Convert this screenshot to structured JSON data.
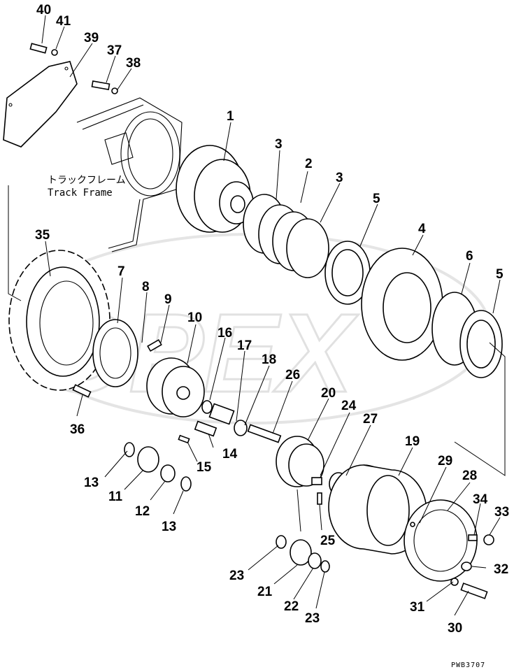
{
  "watermark": "OPEX",
  "track_frame": {
    "jp": "トラックフレーム",
    "en": "Track Frame"
  },
  "drawing_code": "PWB3707",
  "part_numbers": [
    "40",
    "41",
    "39",
    "37",
    "38",
    "1",
    "3",
    "2",
    "3",
    "5",
    "4",
    "6",
    "5",
    "35",
    "7",
    "8",
    "9",
    "10",
    "16",
    "17",
    "18",
    "26",
    "20",
    "24",
    "27",
    "19",
    "29",
    "28",
    "34",
    "33",
    "36",
    "13",
    "11",
    "14",
    "15",
    "12",
    "13",
    "25",
    "23",
    "21",
    "22",
    "23",
    "32",
    "31",
    "30"
  ]
}
